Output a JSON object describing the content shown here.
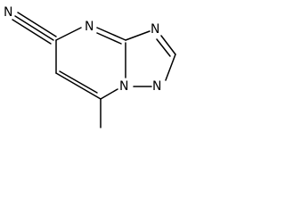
{
  "molecule": {
    "atoms": {
      "nitrile_n": "N",
      "ring_n_top": "N",
      "ring_n_right": "N",
      "ring_n_bridge": "N",
      "ring_n_bottom": "N"
    }
  }
}
